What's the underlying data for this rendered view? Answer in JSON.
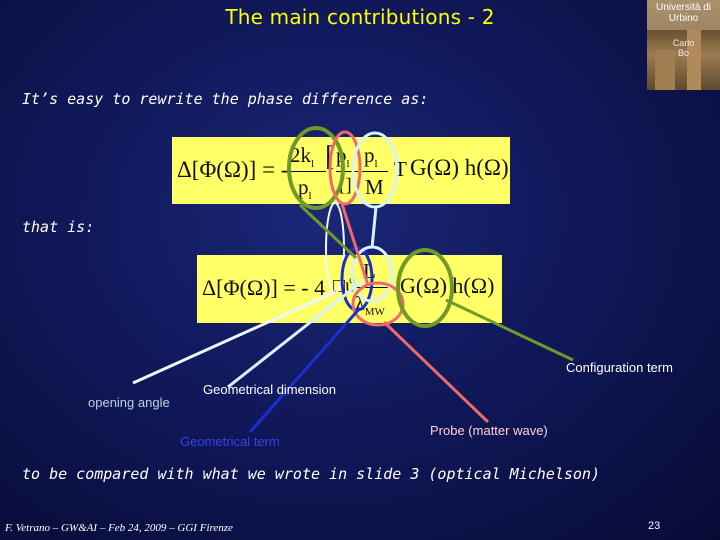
{
  "title": "The main contributions - 2",
  "logo": {
    "line1": "Università di",
    "line2": "Urbino",
    "line3": "Carlo",
    "line4": "Bo"
  },
  "intro_text": "It’s easy to rewrite the phase difference as:",
  "that_is_text": "that is:",
  "equation1": {
    "lhs": "Δ[Φ(Ω)] = -",
    "num_a": "2k",
    "num_a_sub": "l",
    "den_a": "p",
    "den_a_sub": "l",
    "mid_bracket_a": "[",
    "num_b": "p",
    "num_b_sub": "l",
    "den_b": "[]",
    "num_c": "p",
    "num_c_sub": "l",
    "den_c": "M",
    "tail": "T",
    "rhs": "G(Ω) h(Ω)"
  },
  "equation2": {
    "lhs": "Δ[Φ(Ω)] = - 4",
    "mid": "□ϑ",
    "num": "L",
    "den": "λ",
    "den_sub": "MW",
    "rhs": "G(Ω) h(Ω)"
  },
  "labels": {
    "configuration_term": "Configuration term",
    "opening_angle": "opening angle",
    "geometrical_dimension": "Geometrical dimension",
    "geometrical_term": "Geometrical term",
    "probe": "Probe (matter wave)"
  },
  "compare_text": "to be compared with what we wrote in slide 3 (optical Michelson)",
  "footer": "F. Vetrano – GW&AI – Feb 24, 2009 – GGI Firenze",
  "page_number": "23",
  "colors": {
    "title": "#ffff00",
    "equation_box": "#ffff66",
    "olive": "#6f9a2a",
    "salmon": "#ee6a6a",
    "lightblue": "#d6f2ff",
    "blue": "#1a2fd0",
    "white_line": "#eef6ff"
  }
}
